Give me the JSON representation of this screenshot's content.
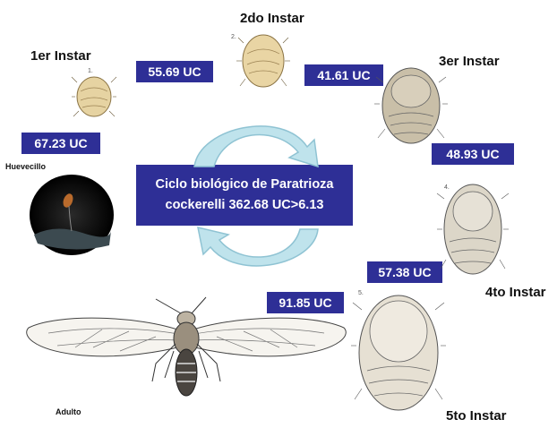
{
  "stages": {
    "first": {
      "label": "1er Instar",
      "value": "67.23 UC"
    },
    "second": {
      "label": "2do Instar",
      "value": "55.69 UC"
    },
    "third": {
      "label": "3er Instar",
      "value": "41.61 UC"
    },
    "fourth": {
      "label": "4to Instar",
      "value": "48.93 UC"
    },
    "fifth": {
      "label": "5to Instar",
      "value": "57.38 UC"
    },
    "adult": {
      "label": "Adulto",
      "value": "91.85 UC"
    },
    "egg": {
      "label": "Huevecillo"
    }
  },
  "center": {
    "line1": "Ciclo biológico de Paratrioza",
    "line2": "cockerelli 362.68 UC>6.13"
  },
  "figure_numbers": {
    "n1": "1.",
    "n2": "2.",
    "n4": "4.",
    "n5": "5."
  },
  "colors": {
    "box": "#2e2f96",
    "arrow": "#bfe3ec",
    "arrow_edge": "#8fc3d3"
  }
}
